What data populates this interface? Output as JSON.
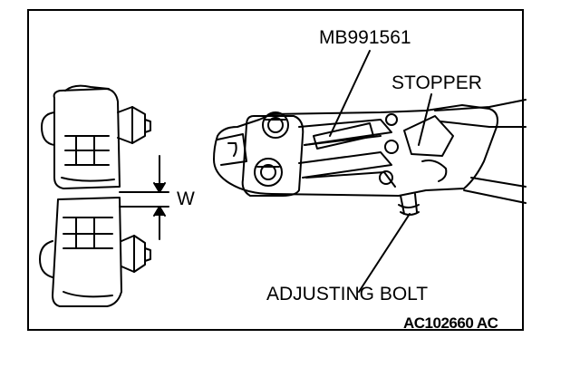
{
  "labels": {
    "part_number": "MB991561",
    "stopper": "STOPPER",
    "gap": "W",
    "adjusting_bolt": "ADJUSTING BOLT",
    "figure_code": "AC102660 AC"
  }
}
